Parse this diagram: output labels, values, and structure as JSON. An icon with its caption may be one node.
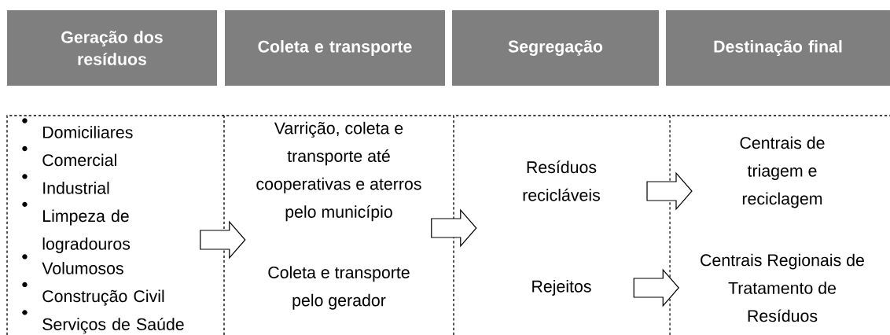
{
  "diagram": {
    "nodes": [
      {
        "text": [
          "Geração dos resíduos"
        ]
      },
      {
        "text": [
          "Coleta e transporte"
        ]
      },
      {
        "text": [
          "Segregação"
        ]
      },
      {
        "text": [
          "Destinação final"
        ]
      },
      {
        "text": [],
        "shape": "box"
      },
      {
        "text": [
          "Domiciliares",
          "Comercial",
          "Industrial",
          "Limpeza de logradouros",
          "Volumosos",
          "Construção Civil",
          "Serviços de Saúde"
        ],
        "in": 4
      },
      {
        "text": [],
        "shape": "box"
      },
      {
        "text": [
          "Varrição, coleta e transporte até cooperativas e aterros pelo município"
        ],
        "in": 6
      },
      {
        "text": [
          "Coleta e transporte pelo gerador"
        ],
        "in": 6
      },
      {
        "text": [],
        "shape": "box"
      },
      {
        "text": [
          "Resíduos recicláveis"
        ],
        "in": 9
      },
      {
        "text": [
          "Rejeitos"
        ],
        "in": 9
      },
      {
        "text": [],
        "shape": "box"
      },
      {
        "text": [
          "Centrais de triagem e reciclagem"
        ],
        "in": 12
      },
      {
        "text": [
          "Centrais Regionais de Tratamento de Resíduos"
        ],
        "in": 12
      }
    ],
    "edges": [
      {
        "from": 4,
        "to": 6,
        "arrow": "to"
      },
      {
        "from": 6,
        "to": 9,
        "arrow": "to"
      },
      {
        "from": 10,
        "to": 13,
        "arrow": "to"
      },
      {
        "from": 11,
        "to": 14,
        "arrow": "to"
      }
    ]
  }
}
